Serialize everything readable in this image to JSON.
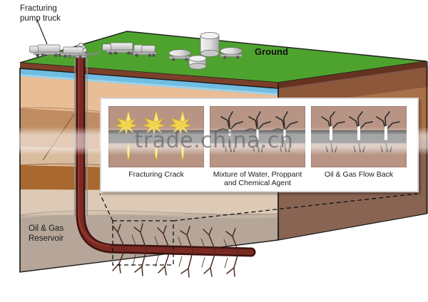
{
  "title": "Hydraulic fracturing (fracking) cross-section diagram",
  "labels": {
    "pump_truck": "Fracturing\npump truck",
    "pump_truck_line1": "Fracturing",
    "pump_truck_line2": "pump truck",
    "ground": "Ground",
    "reservoir_line1": "Oil & Gas",
    "reservoir_line2": "Reservoir"
  },
  "watermark": "trade.china.cn",
  "inset": {
    "panels": [
      {
        "caption": "Fracturing Crack",
        "caption_line1": "Fracturing Crack",
        "caption_line2": "",
        "icon": "fracture-burst-icon",
        "count": 3
      },
      {
        "caption": "Mixture of Water, Proppant and Chemical Agent",
        "caption_line1": "Mixture of Water, Proppant",
        "caption_line2": "and Chemical Agent",
        "icon": "fluid-injection-crack-icon",
        "count": 3
      },
      {
        "caption": "Oil & Gas Flow Back",
        "caption_line1": "Oil & Gas Flow Back",
        "caption_line2": "",
        "icon": "flow-back-crack-icon",
        "count": 3
      }
    ]
  },
  "scene": {
    "surface_objects": [
      {
        "name": "fracturing-pump-truck",
        "count": 4
      },
      {
        "name": "tanker-truck",
        "count": 2
      },
      {
        "name": "storage-tank-tall",
        "count": 1
      },
      {
        "name": "storage-tank-short",
        "count": 1
      },
      {
        "name": "wellhead",
        "count": 1
      }
    ],
    "strata": [
      {
        "name": "grass-ground",
        "color": "#4ea32e"
      },
      {
        "name": "topsoil-edge",
        "color": "#7c3f2a"
      },
      {
        "name": "aquifer-water",
        "color": "#6fbde2"
      },
      {
        "name": "sand-layer-1",
        "color": "#e3b48d"
      },
      {
        "name": "clay-layer-2",
        "color": "#c08d62"
      },
      {
        "name": "silt-layer-3",
        "color": "#d8b79a"
      },
      {
        "name": "rock-layer-4",
        "color": "#a9682f"
      },
      {
        "name": "shale-layer-5",
        "color": "#dccab6"
      },
      {
        "name": "reservoir-layer",
        "color": "#b5a699"
      }
    ],
    "wellbore": {
      "name": "wellbore",
      "color": "#6b2420"
    },
    "fracture_zone": {
      "name": "fracture-network",
      "color": "#5d2b22"
    },
    "callout": {
      "name": "callout-dashed-lines",
      "style": "dashed",
      "color": "#111111"
    }
  },
  "colors": {
    "grass": "#4ea32e",
    "water": "#6fbde2",
    "well": "#6b2420",
    "inset_rock": "#b79484",
    "inset_dark_band": "#3a3a3a",
    "burst": "#f2d54e",
    "text": "#1b1b1b"
  }
}
